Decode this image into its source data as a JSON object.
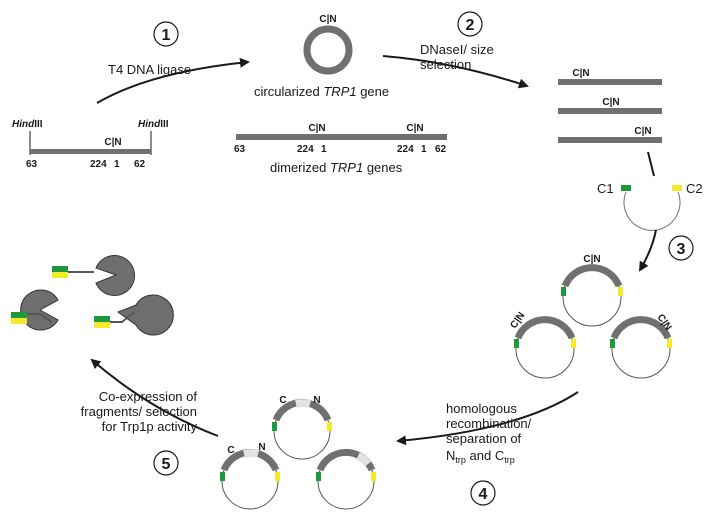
{
  "colors": {
    "gray": "#707070",
    "green": "#1e9a3c",
    "yellow": "#f2ea2a",
    "light_gray": "#e2e2e2",
    "circle_gray": "#6e6e6e",
    "text": "#1a1a1a"
  },
  "steps": [
    "1",
    "2",
    "3",
    "4",
    "5"
  ],
  "linear_gene": {
    "site_left": "Hind",
    "site_left_suffix": "III",
    "site_right": "Hind",
    "site_right_suffix": "III",
    "cn": "C|N",
    "num_left": "63",
    "num_224": "224",
    "num_1": "1",
    "num_right": "62"
  },
  "step1": {
    "label": "T4 DNA ligase"
  },
  "circular_gene": {
    "cn": "C|N",
    "caption_prefix": "circularized ",
    "caption_italic": "TRP1",
    "caption_suffix": " gene"
  },
  "dimer": {
    "cn1": "C|N",
    "cn2": "C|N",
    "num_left": "63",
    "num_224a": "224",
    "num_1a": "1",
    "num_224b": "224",
    "num_1b": "1",
    "num_right": "62",
    "caption_prefix": "dimerized ",
    "caption_italic": "TRP1",
    "caption_suffix": " genes"
  },
  "step2": {
    "label_line1": "DNaseI/ size",
    "label_line2": "selection"
  },
  "fragments": {
    "cn1": "C|N",
    "cn2": "C|N",
    "cn3": "C|N"
  },
  "vector": {
    "c1": "C1",
    "c2": "C2"
  },
  "step3": {
    "cn1": "C|N",
    "cn2": "C|N",
    "cn3": "C|N"
  },
  "step4": {
    "line1": "homologous",
    "line2": "recombination/",
    "line3": "separation of",
    "n_base": "N",
    "n_sub": "trp",
    "and": " and ",
    "c_base": "C",
    "c_sub": "trp",
    "c_label": "C",
    "n_label": "N"
  },
  "step5": {
    "line1": "Co-expression of",
    "line2": "fragments/ selection",
    "line3": "for Trp1p activity"
  }
}
